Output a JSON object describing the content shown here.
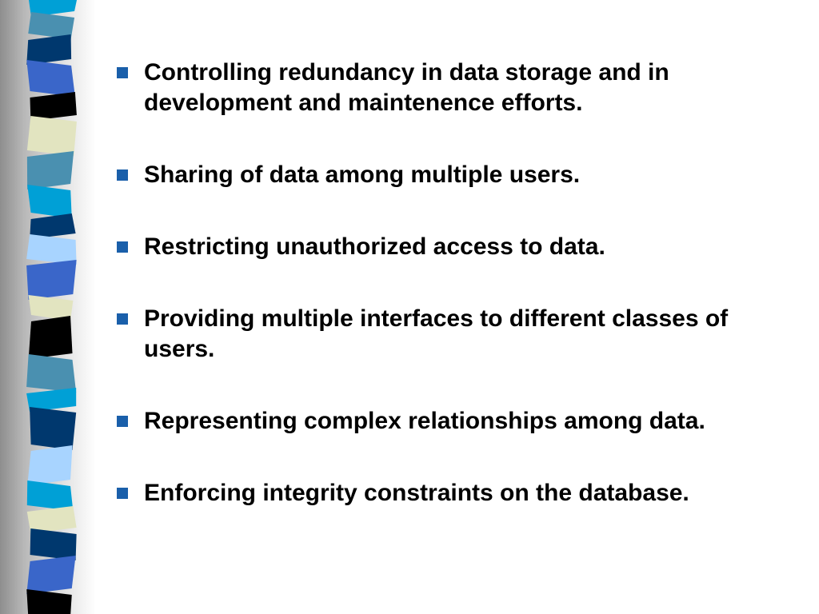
{
  "slide": {
    "bullets": [
      {
        "text": "Controlling redundancy in data storage and in development and maintenence efforts."
      },
      {
        "text": "Sharing of data among multiple users."
      },
      {
        "text": "Restricting unauthorized access to data."
      },
      {
        "text": "Providing multiple interfaces to different classes of users."
      },
      {
        "text": "Representing complex relationships among data."
      },
      {
        "text": "Enforcing integrity constraints on the database."
      }
    ],
    "colors": {
      "bullet": "#1a5faa",
      "text": "#000000",
      "background": "#ffffff",
      "strip_palette": [
        "#00a0d6",
        "#4a90b0",
        "#00386e",
        "#3a66c9",
        "#000000",
        "#e2e4c0",
        "#a8d4ff"
      ]
    }
  }
}
